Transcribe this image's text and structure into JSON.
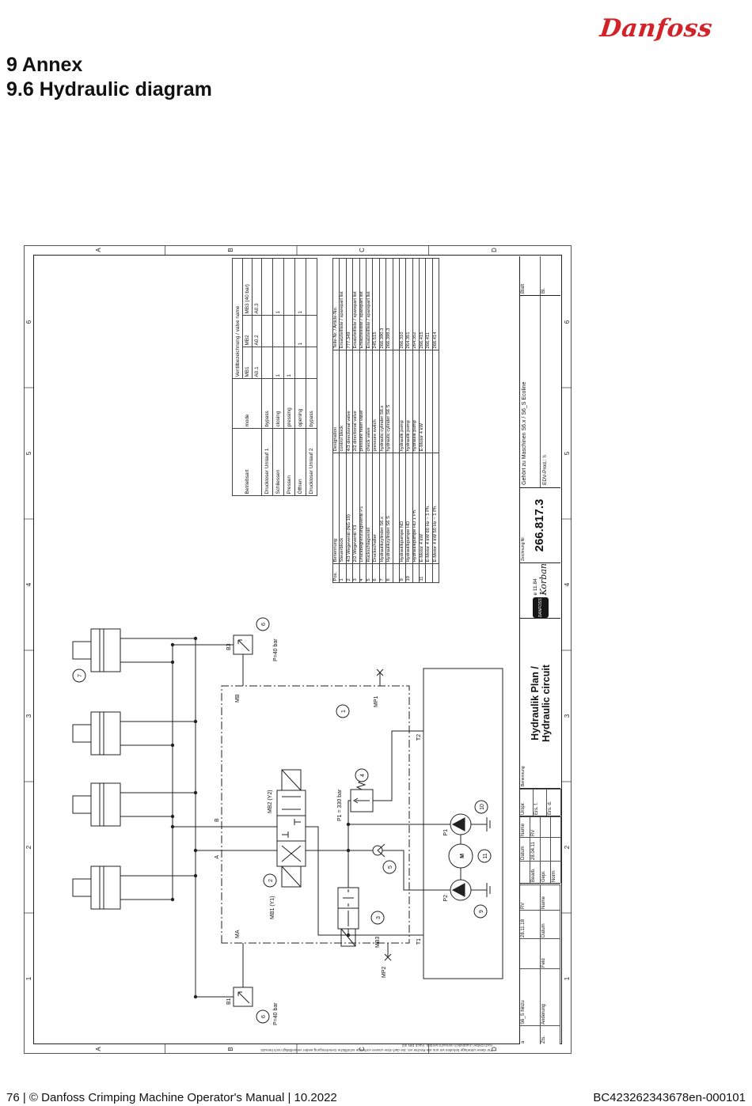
{
  "logo": {
    "text": "Danfoss"
  },
  "header": {
    "line1": "9 Annex",
    "line2": "9.6 Hydraulic diagram"
  },
  "footer": {
    "left": "76 | © Danfoss Crimping Machine Operator's Manual | 10.2022",
    "right": "BC423262343678en-000101"
  },
  "grid": {
    "letters": [
      "A",
      "B",
      "C",
      "D"
    ],
    "numbers": [
      "1",
      "2",
      "3",
      "4",
      "5",
      "6"
    ]
  },
  "legal": "Für diese Unterlage behalten wir uns alle Rechte vor. Sie darf ohne unsere vorherige schriftliche Genehmigung weder vervielfältigt noch benutzt noch Dritten zugänglich gemacht werden. (nach DIN 34)",
  "mode_table": {
    "col1_header": "Betriebsart",
    "col2_header": "mode",
    "valve_header": "Ventilbezeichnung / valve name",
    "valves": [
      "MB1",
      "MB2",
      "MB3 (40 bar)"
    ],
    "valve_codes": [
      "A0.1",
      "A0.2",
      "A0.3"
    ],
    "rows": [
      {
        "de": "Druckloser Umlauf 1",
        "en": "bypass",
        "v1": "",
        "v2": "",
        "v3": ""
      },
      {
        "de": "Schliessen",
        "en": "closing",
        "v1": "1",
        "v2": "",
        "v3": "1"
      },
      {
        "de": "Pressen",
        "en": "pressing",
        "v1": "1",
        "v2": "",
        "v3": ""
      },
      {
        "de": "Öffnen",
        "en": "opening",
        "v1": "",
        "v2": "1",
        "v3": "1"
      },
      {
        "de": "Druckloser Umlauf 2",
        "en": "bypass",
        "v1": "",
        "v2": "",
        "v3": ""
      }
    ]
  },
  "parts_table": {
    "headers": {
      "pos": "Pos.",
      "benennung": "Benennung",
      "designation": "Designation",
      "article": "Teile-Nr. / Article-No."
    },
    "rows": [
      {
        "pos": "1",
        "de": "Steuerblock",
        "en": "control block",
        "nr": "Ersatzteilliste / sparepart list"
      },
      {
        "pos": "2",
        "de": "4/3 Wegeventil  (NG 10)",
        "en": "4/3 directional valve",
        "nr": "777.349"
      },
      {
        "pos": "3",
        "de": "2/2 Wegeventil Y3",
        "en": "2/2 directional valve",
        "nr": "Ersatzteilliste / sparepart list"
      },
      {
        "pos": "4",
        "de": "Druckbegrenzungsventil P1",
        "en": "pressure relief valve",
        "nr": "Ersatzteilliste / sparepart list"
      },
      {
        "pos": "5",
        "de": "Rückschlagventil",
        "en": "check valve",
        "nr": "Ersatzteilliste / sparepart list"
      },
      {
        "pos": "6",
        "de": "Druckschalter",
        "en": "pressure switch",
        "nr": "245.515"
      },
      {
        "pos": "7",
        "de": "Hydraulikzylinder S6.x",
        "en": "hydraulic cylinder S6.x",
        "nr": "266.390.3"
      },
      {
        "pos": "8",
        "de": "Hydraulikzylinder S6 S",
        "en": "hydraulic cylinder S6 S",
        "nr": "266.398.3"
      },
      {
        "pos": "",
        "de": "",
        "en": "",
        "nr": ""
      },
      {
        "pos": "9",
        "de": "Hydraulikpumpe ND",
        "en": "hydraulik pump",
        "nr": "266.310"
      },
      {
        "pos": "10",
        "de": "Hydraulikpumpe HD",
        "en": "hydraulik pump",
        "nr": "264.351"
      },
      {
        "pos": "",
        "de": "Hydraulikpumpe HD  1 Ph.",
        "en": "hydraulik pump",
        "nr": "264.352"
      },
      {
        "pos": "11",
        "de": "E-Motor 4 kW",
        "en": "E-Motor 4 kW",
        "nr": "266.415"
      },
      {
        "pos": "",
        "de": "E-Motor 4 kW  60 Hz ~ 1 Ph.",
        "en": "",
        "nr": "266.411"
      },
      {
        "pos": "",
        "de": "E-Motor 4 kW  50 Hz ~ 1 Ph.",
        "en": "",
        "nr": "266.414"
      }
    ]
  },
  "title_block": {
    "revision": {
      "headers": [
        "Zts.",
        "Änderung",
        "Feld",
        "Datum",
        "Name"
      ],
      "row": {
        "zts": "a",
        "change": "S6_S hinzu",
        "feld": "",
        "datum": "28.11.18",
        "name": "RV"
      }
    },
    "approval": {
      "datum_h": "Datum",
      "name_h": "Name",
      "bearb": "Bearb.",
      "bearb_datum": "28.04.11",
      "bearb_name": "RV",
      "gepr": "Gepr.",
      "norm": "Norm"
    },
    "origin": {
      "urspr": "Urspr.",
      "ers_f": "Ers. f.",
      "ers_d": "Ers. d."
    },
    "benennung_label": "Benennung",
    "title1": "Hydraulik Plan /",
    "title2": "Hydraulic circuit",
    "stamp": {
      "logo": "DANFOSS",
      "code": "e 11.84",
      "sig": "Korban"
    },
    "zeichnung_label": "Zeichnung Nr.",
    "zeichnung_nr": "266.817.3",
    "gehoert": "Gehört zu Maschinen S6.x / S6_S Ecoline",
    "edv": "EDV-Prod.: \\\\",
    "blatt": "Blatt",
    "bl": "Bl."
  },
  "sch": {
    "b1": "B1",
    "b3": "B3",
    "p40": "P=40 bar",
    "ma": "MA",
    "mb": "MB",
    "mp1": "MP1",
    "mp2": "MP2",
    "mb1y1": "MB1 (Y1)",
    "mb2y2": "MB2 (Y2)",
    "mb3": "MB3",
    "p330": "P1 = 330 bar",
    "a": "A",
    "b": "B",
    "t1": "T1",
    "t2": "T2",
    "p1": "P1",
    "p2": "P2",
    "m": "M",
    "n1": "1",
    "n2": "2",
    "n3": "3",
    "n4": "4",
    "n5": "5",
    "n6": "6",
    "n7": "7",
    "n9": "9",
    "n10": "10",
    "n11": "11"
  }
}
